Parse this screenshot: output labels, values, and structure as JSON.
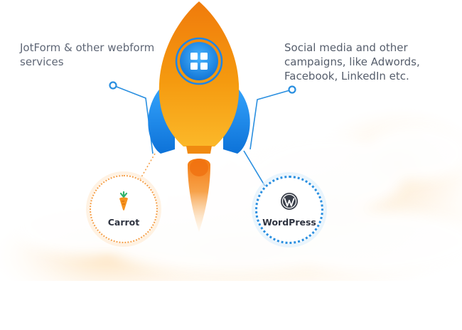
{
  "integrations": {
    "left_label": "JotForm & other webform services",
    "right_label": "Social media and other campaigns, like Adwords, Facebook, LinkedIn etc.",
    "partners": [
      {
        "name": "Carrot",
        "icon": "carrot-icon",
        "border_color": "#f5a04a"
      },
      {
        "name": "WordPress",
        "icon": "wordpress-icon",
        "border_color": "#2a8fe0"
      }
    ]
  },
  "rocket": {
    "emblem_icon": "app-grid-icon",
    "body_color": "#f59a0f",
    "fin_color": "#1f8ff0",
    "flame_color": "#f7a24a"
  },
  "colors": {
    "label_text": "#5f6776",
    "connector": "#2a8fe0",
    "cloud_tint": "#fde3c0"
  }
}
